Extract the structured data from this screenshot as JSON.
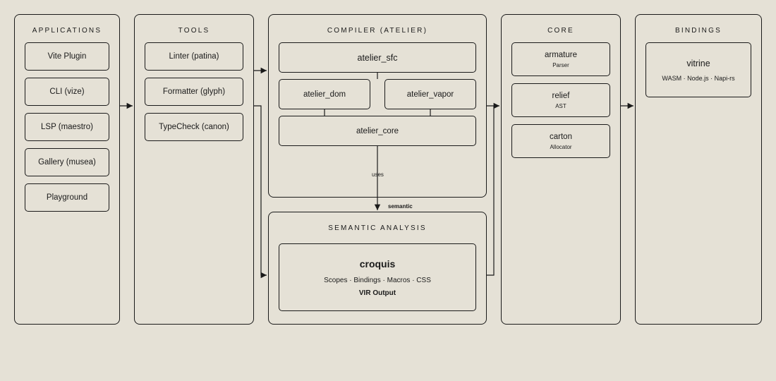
{
  "panels": {
    "applications": {
      "title": "APPLICATIONS",
      "items": [
        "Vite Plugin",
        "CLI (vize)",
        "LSP (maestro)",
        "Gallery (musea)",
        "Playground"
      ]
    },
    "tools": {
      "title": "TOOLS",
      "items": [
        "Linter (patina)",
        "Formatter (glyph)",
        "TypeCheck (canon)"
      ]
    },
    "compiler": {
      "title": "COMPILER (ATELIER)",
      "sfc": "atelier_sfc",
      "dom": "atelier_dom",
      "vapor": "atelier_vapor",
      "core": "atelier_core"
    },
    "semantic": {
      "title": "SEMANTIC ANALYSIS",
      "name": "croquis",
      "features": "Scopes · Bindings · Macros · CSS",
      "output": "VIR Output"
    },
    "core": {
      "title": "CORE",
      "items": [
        {
          "name": "armature",
          "desc": "Parser"
        },
        {
          "name": "relief",
          "desc": "AST"
        },
        {
          "name": "carton",
          "desc": "Allocator"
        }
      ]
    },
    "bindings": {
      "title": "BINDINGS",
      "name": "vitrine",
      "targets": "WASM · Node.js · Napi-rs"
    }
  },
  "edges": {
    "uses_label": "uses",
    "semantic_label": "semantic"
  }
}
